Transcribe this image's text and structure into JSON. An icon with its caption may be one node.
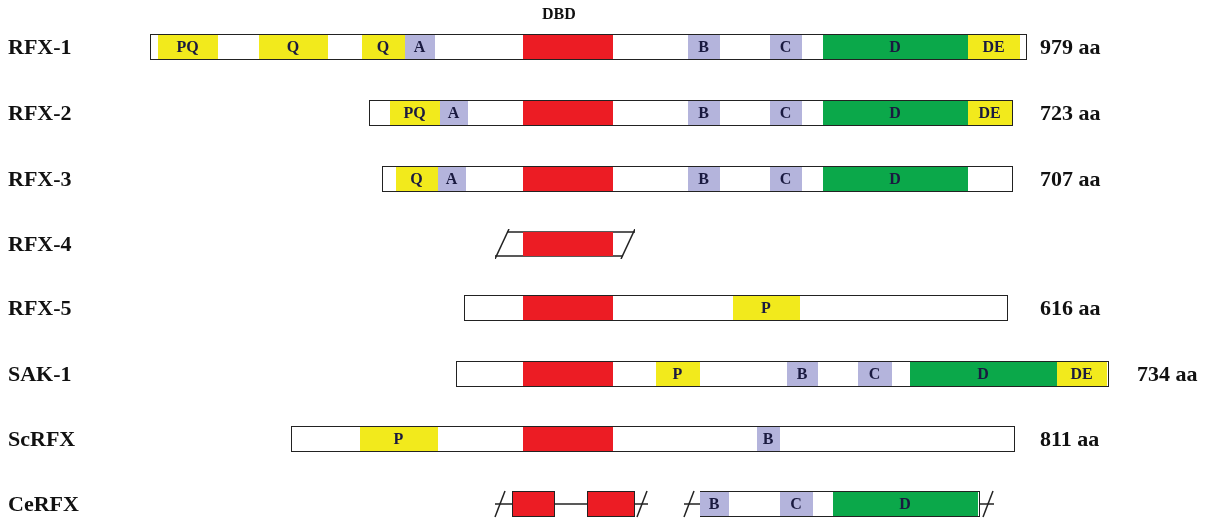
{
  "diagram": {
    "nodes": [
      {
        "text": [],
        "shape": "bar"
      },
      {
        "text": [
          "PQ"
        ],
        "in": 0
      },
      {
        "text": [
          "Q"
        ],
        "in": 0
      },
      {
        "text": [
          "Q"
        ],
        "in": 0
      },
      {
        "text": [
          "A"
        ],
        "in": 0
      },
      {
        "text": [],
        "shape": "box",
        "in": 0
      },
      {
        "text": [
          "B"
        ],
        "in": 0
      },
      {
        "text": [
          "C"
        ],
        "in": 0
      },
      {
        "text": [
          "D"
        ],
        "in": 0
      },
      {
        "text": [
          "DE"
        ],
        "in": 0
      },
      {
        "text": [],
        "shape": "bar"
      },
      {
        "text": [
          "PQ"
        ],
        "in": 10
      },
      {
        "text": [
          "A"
        ],
        "in": 10
      },
      {
        "text": [],
        "shape": "box",
        "in": 10
      },
      {
        "text": [
          "B"
        ],
        "in": 10
      },
      {
        "text": [
          "C"
        ],
        "in": 10
      },
      {
        "text": [
          "D"
        ],
        "in": 10
      },
      {
        "text": [
          "DE"
        ],
        "in": 10
      },
      {
        "text": [],
        "shape": "bar"
      },
      {
        "text": [
          "Q"
        ],
        "in": 18
      },
      {
        "text": [
          "A"
        ],
        "in": 18
      },
      {
        "text": [],
        "shape": "box",
        "in": 18
      },
      {
        "text": [
          "B"
        ],
        "in": 18
      },
      {
        "text": [
          "C"
        ],
        "in": 18
      },
      {
        "text": [
          "D"
        ],
        "in": 18
      },
      {
        "text": [],
        "shape": "bar"
      },
      {
        "text": [],
        "shape": "box",
        "in": 25
      },
      {
        "text": [],
        "shape": "bar"
      },
      {
        "text": [],
        "shape": "box",
        "in": 27
      },
      {
        "text": [
          "P"
        ],
        "in": 27
      },
      {
        "text": [],
        "shape": "bar"
      },
      {
        "text": [],
        "shape": "box",
        "in": 30
      },
      {
        "text": [
          "P"
        ],
        "in": 30
      },
      {
        "text": [
          "B"
        ],
        "in": 30
      },
      {
        "text": [
          "C"
        ],
        "in": 30
      },
      {
        "text": [
          "D"
        ],
        "in": 30
      },
      {
        "text": [
          "DE"
        ],
        "in": 30
      },
      {
        "text": [],
        "shape": "bar"
      },
      {
        "text": [
          "P"
        ],
        "in": 37
      },
      {
        "text": [],
        "shape": "box",
        "in": 37
      },
      {
        "text": [
          "B"
        ],
        "in": 37
      },
      {
        "text": [],
        "shape": "box"
      },
      {
        "text": [],
        "shape": "box"
      },
      {
        "text": [],
        "shape": "bar"
      },
      {
        "text": [
          "B"
        ],
        "in": 43
      },
      {
        "text": [
          "C"
        ],
        "in": 43
      },
      {
        "text": [
          "D"
        ],
        "in": 43
      }
    ],
    "edges": [
      {
        "from": 41,
        "to": 42,
        "arrow": "none"
      }
    ],
    "labels": [
      "DBD",
      "RFX-1",
      "979 aa",
      "RFX-2",
      "723 aa",
      "RFX-3",
      "707 aa",
      "RFX-4",
      "RFX-5",
      "616 aa",
      "SAK-1",
      "734 aa",
      "ScRFX",
      "811 aa",
      "CeRFX"
    ]
  }
}
